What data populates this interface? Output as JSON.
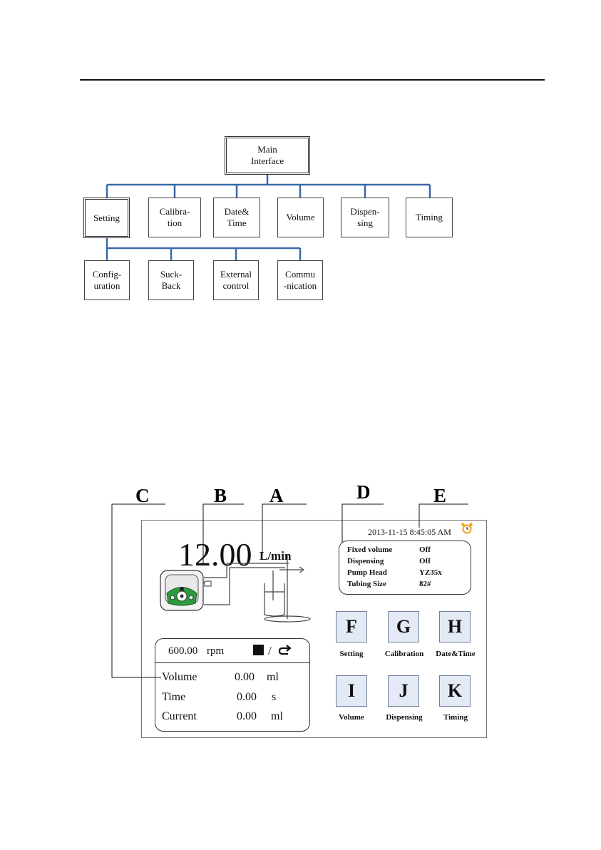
{
  "tree": {
    "root": "Main\nInterface",
    "level1": [
      "Setting",
      "Calibra-\ntion",
      "Date&\nTime",
      "Volume",
      "Dispen-\nsing",
      "Timing"
    ],
    "level2": [
      "Config-\nuration",
      "Suck-\nBack",
      "External\ncontrol",
      "Commu\n-nication"
    ]
  },
  "callouts": [
    "C",
    "B",
    "A",
    "D",
    "E"
  ],
  "screen": {
    "speed": "12.00",
    "unit": "L/min",
    "datetime": "2013-11-15 8:45:05 AM",
    "alarm_icon": "alarm-clock-icon",
    "info": [
      {
        "label": "Fixed volume",
        "value": "Off"
      },
      {
        "label": "Dispensing",
        "value": "Off"
      },
      {
        "label": "Pump Head",
        "value": "YZ35x"
      },
      {
        "label": "Tubing Size",
        "value": "82#"
      }
    ],
    "buttons": [
      {
        "key": "F",
        "label": "Setting"
      },
      {
        "key": "G",
        "label": "Calibration"
      },
      {
        "key": "H",
        "label": "Date&Time"
      },
      {
        "key": "I",
        "label": "Volume"
      },
      {
        "key": "J",
        "label": "Dispensing"
      },
      {
        "key": "K",
        "label": "Timing"
      }
    ],
    "status": {
      "rpm_value": "600.00",
      "rpm_unit": "rpm",
      "separator": "/",
      "rows": [
        {
          "label": "Volume",
          "value": "0.00",
          "unit": "ml"
        },
        {
          "label": "Time",
          "value": "0.00",
          "unit": "s"
        },
        {
          "label": "Current",
          "value": "0.00",
          "unit": "ml"
        }
      ]
    }
  },
  "colors": {
    "connector": "#3a68a8",
    "button_fill": "#e3e9f5",
    "alarm": "#f2a21b",
    "pump_green": "#2e9a3e"
  }
}
